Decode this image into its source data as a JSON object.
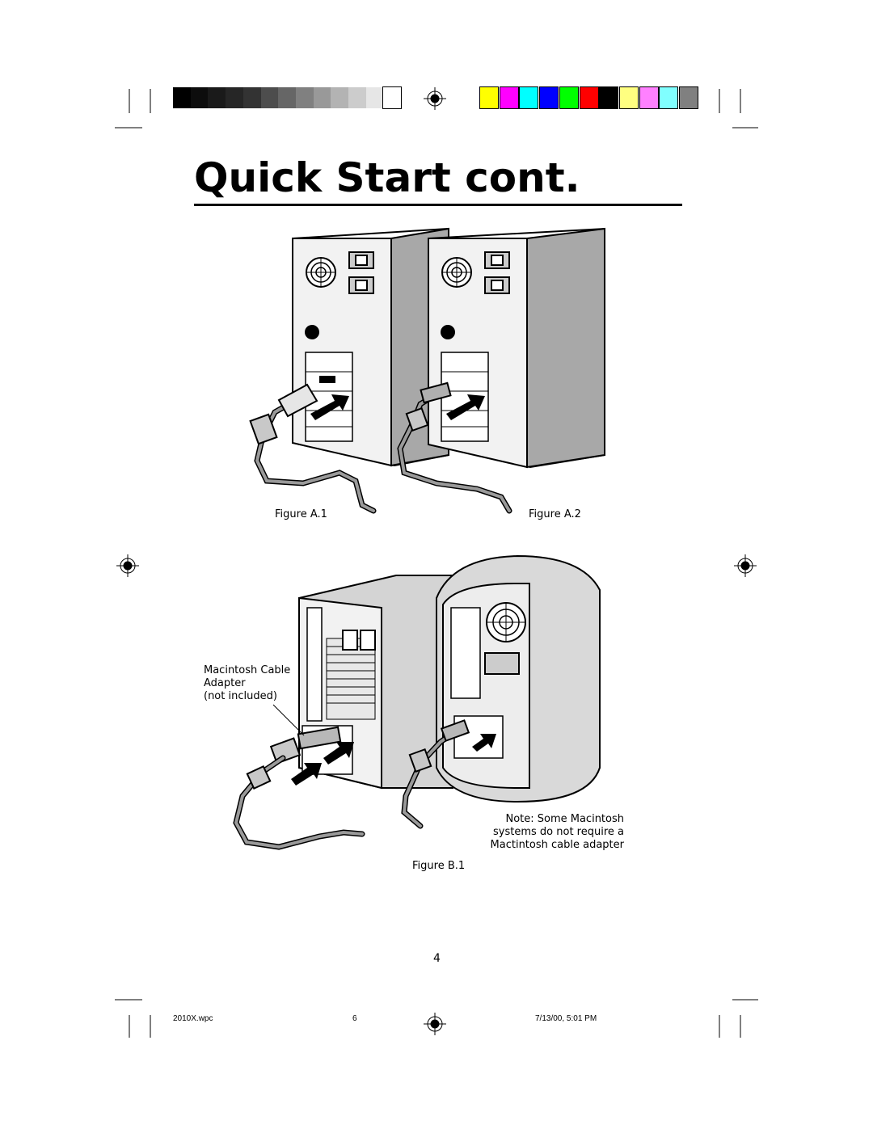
{
  "header": {
    "title": "Quick Start cont."
  },
  "color_bar": {
    "grayscale": [
      "#000000",
      "#0d0d0d",
      "#1a1a1a",
      "#262626",
      "#333333",
      "#4d4d4d",
      "#666666",
      "#808080",
      "#999999",
      "#b3b3b3",
      "#cccccc",
      "#e6e6e6",
      "#ffffff"
    ],
    "colors": [
      "#ffff00",
      "#ff00ff",
      "#00ffff",
      "#0000ff",
      "#00ff00",
      "#ff0000",
      "#000000",
      "#ffff80",
      "#ff80ff",
      "#80ffff",
      "#808080"
    ]
  },
  "figures": {
    "a1_caption": "Figure A.1",
    "a2_caption": "Figure A.2",
    "b1_caption": "Figure B.1",
    "adapter_note": [
      "Macintosh Cable",
      "Adapter",
      "(not included)"
    ],
    "mac_note": [
      "Note: Some Macintosh",
      "systems do not require a",
      "Mactintosh cable adapter"
    ]
  },
  "page_number": "4",
  "footer": {
    "file": "2010X.wpc",
    "sheet": "6",
    "timestamp": "7/13/00, 5:01 PM"
  }
}
